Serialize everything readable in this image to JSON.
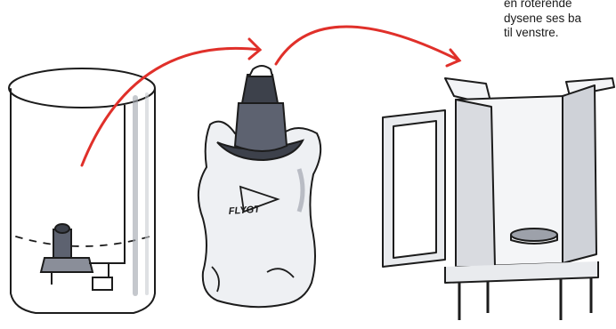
{
  "caption": {
    "lines": [
      "en roterende",
      "dysene ses ba",
      "til venstre."
    ]
  },
  "bag_label": "FLYGT",
  "colors": {
    "arrow": "#e0302a",
    "sketch_line": "#1c1c1c",
    "pump_body": "#5d6270",
    "bag_fill": "#eef0f3",
    "shadow": "#b9bcc4"
  }
}
